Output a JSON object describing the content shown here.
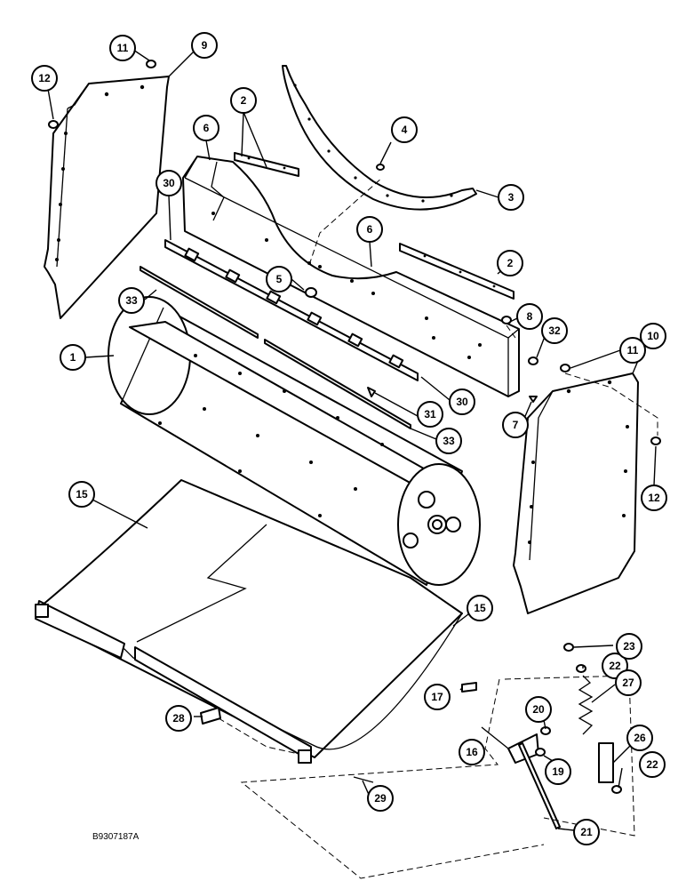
{
  "figure": {
    "reference_code": "B9307187A"
  },
  "callouts": [
    {
      "id": "c1",
      "label": "1"
    },
    {
      "id": "c2a",
      "label": "2"
    },
    {
      "id": "c2b",
      "label": "2"
    },
    {
      "id": "c3",
      "label": "3"
    },
    {
      "id": "c4",
      "label": "4"
    },
    {
      "id": "c5",
      "label": "5"
    },
    {
      "id": "c6a",
      "label": "6"
    },
    {
      "id": "c6b",
      "label": "6"
    },
    {
      "id": "c7",
      "label": "7"
    },
    {
      "id": "c8",
      "label": "8"
    },
    {
      "id": "c9",
      "label": "9"
    },
    {
      "id": "c10",
      "label": "10"
    },
    {
      "id": "c11a",
      "label": "11"
    },
    {
      "id": "c11b",
      "label": "11"
    },
    {
      "id": "c12a",
      "label": "12"
    },
    {
      "id": "c12b",
      "label": "12"
    },
    {
      "id": "c15a",
      "label": "15"
    },
    {
      "id": "c15b",
      "label": "15"
    },
    {
      "id": "c16",
      "label": "16"
    },
    {
      "id": "c17",
      "label": "17"
    },
    {
      "id": "c19",
      "label": "19"
    },
    {
      "id": "c20",
      "label": "20"
    },
    {
      "id": "c21",
      "label": "21"
    },
    {
      "id": "c22a",
      "label": "22"
    },
    {
      "id": "c22b",
      "label": "22"
    },
    {
      "id": "c23",
      "label": "23"
    },
    {
      "id": "c26",
      "label": "26"
    },
    {
      "id": "c27",
      "label": "27"
    },
    {
      "id": "c28",
      "label": "28"
    },
    {
      "id": "c29",
      "label": "29"
    },
    {
      "id": "c30a",
      "label": "30"
    },
    {
      "id": "c30b",
      "label": "30"
    },
    {
      "id": "c31",
      "label": "31"
    },
    {
      "id": "c32",
      "label": "32"
    },
    {
      "id": "c33a",
      "label": "33"
    },
    {
      "id": "c33b",
      "label": "33"
    }
  ]
}
